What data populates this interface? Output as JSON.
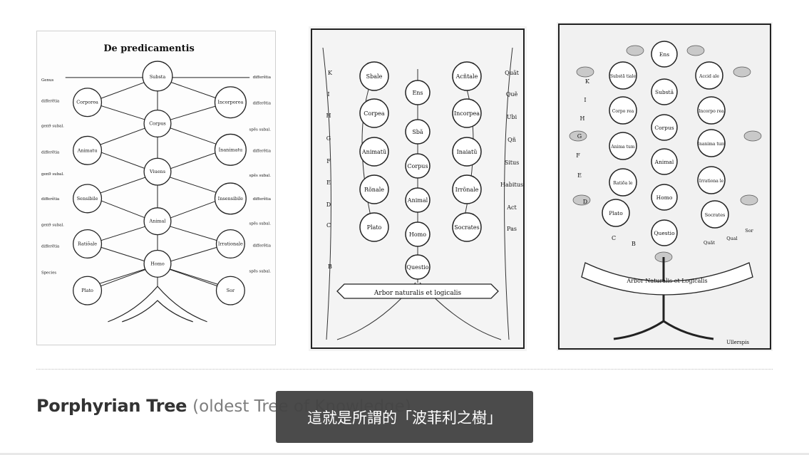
{
  "slide": {
    "caption_main": "Porphyrian Tree",
    "caption_sub": "(oldest Tree of Knowledge)",
    "subtitle": "這就是所謂的「波菲利之樹」"
  },
  "fig1": {
    "title": "De predicamentis",
    "center": [
      "Substa",
      "Corpus",
      "Viuens",
      "Animal",
      "Homo"
    ],
    "left": [
      "Corporea",
      "Animatu",
      "Sensibile",
      "Ratiõale",
      "Plato"
    ],
    "right": [
      "Incorporea",
      "Inanimatu",
      "Insensibile",
      "Irrationale",
      "Sor"
    ],
    "left_margin": [
      "Genus",
      "differẽtia",
      "gen9 subal.",
      "differẽtia",
      "gen9 subal.",
      "differẽtia",
      "gen9 subal.",
      "differẽtia",
      "Species"
    ],
    "right_margin": [
      "differẽtia",
      "differẽtia",
      "spẽs subal.",
      "differẽtia",
      "spẽs subal.",
      "differẽtia",
      "spẽs subal.",
      "differẽtia",
      "spẽs subal."
    ]
  },
  "fig2": {
    "banner": "Arbor naturalis et logicalis",
    "center": [
      "Ens",
      "Sbã",
      "Corpus",
      "Animal",
      "Homo",
      "Questio"
    ],
    "left": [
      "Sbale",
      "Corpea",
      "Animatũ",
      "Rõnale",
      "Plato"
    ],
    "right": [
      "Acñtale",
      "Incorpea",
      "Inaiatũ",
      "Irrõnale",
      "Socrates"
    ],
    "left_letters": [
      "K",
      "I",
      "H",
      "G",
      "F",
      "E",
      "D",
      "C",
      "B"
    ],
    "right_words": [
      "Quãt",
      "Quẽ",
      "Ubi",
      "Qñ",
      "Situs",
      "Habitus",
      "Act",
      "Pas"
    ]
  },
  "fig3": {
    "banner": "Arbor Naturalis et Logicalis",
    "signature": "Ullerspis",
    "center": [
      "Ens",
      "Substã",
      "Corpus",
      "Animal",
      "Homo",
      "Questio"
    ],
    "left": [
      "Substã tiale",
      "Corpo rea",
      "Anima tum",
      "Ratiõa le",
      "Plato"
    ],
    "right": [
      "Accid ale",
      "Incorpo rea",
      "Inanima tum",
      "Irrationa le",
      "Socrates"
    ],
    "letters": [
      "K",
      "I",
      "H",
      "G",
      "F",
      "E",
      "D",
      "C",
      "B"
    ],
    "right_small": [
      "Sor",
      "Qual",
      "Quãt"
    ]
  },
  "colors": {
    "ink": "#111111",
    "caption_gray": "#7d7d7d",
    "overlay": "#444444"
  }
}
